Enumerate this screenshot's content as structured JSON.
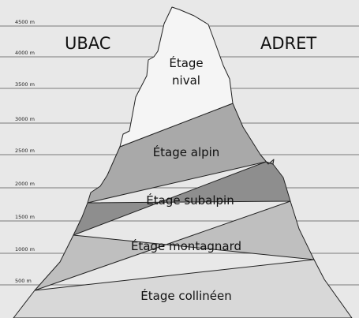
{
  "colors": {
    "background": "#e8e8e8",
    "gridline": "#7a7a7a",
    "outline": "#222222",
    "nival": "#f5f5f5",
    "alpin": "#a9a9a9",
    "subalpin": "#8e8e8e",
    "montagnard": "#bfbfbf",
    "collineen": "#d8d8d8"
  },
  "altitudes": [
    {
      "label": "4500 m"
    },
    {
      "label": "4000 m"
    },
    {
      "label": "3500 m"
    },
    {
      "label": "3000 m"
    },
    {
      "label": "2500 m"
    },
    {
      "label": "2000 m"
    },
    {
      "label": "1500 m"
    },
    {
      "label": "1000 m"
    },
    {
      "label": "500 m"
    }
  ],
  "sides": {
    "left": "UBAC",
    "right": "ADRET"
  },
  "zones": {
    "nival_line1": "Étage",
    "nival_line2": "nival",
    "alpin": "Étage alpin",
    "subalpin": "Étage subalpin",
    "montagnard": "Étage montagnard",
    "collineen": "Étage collinéen"
  }
}
